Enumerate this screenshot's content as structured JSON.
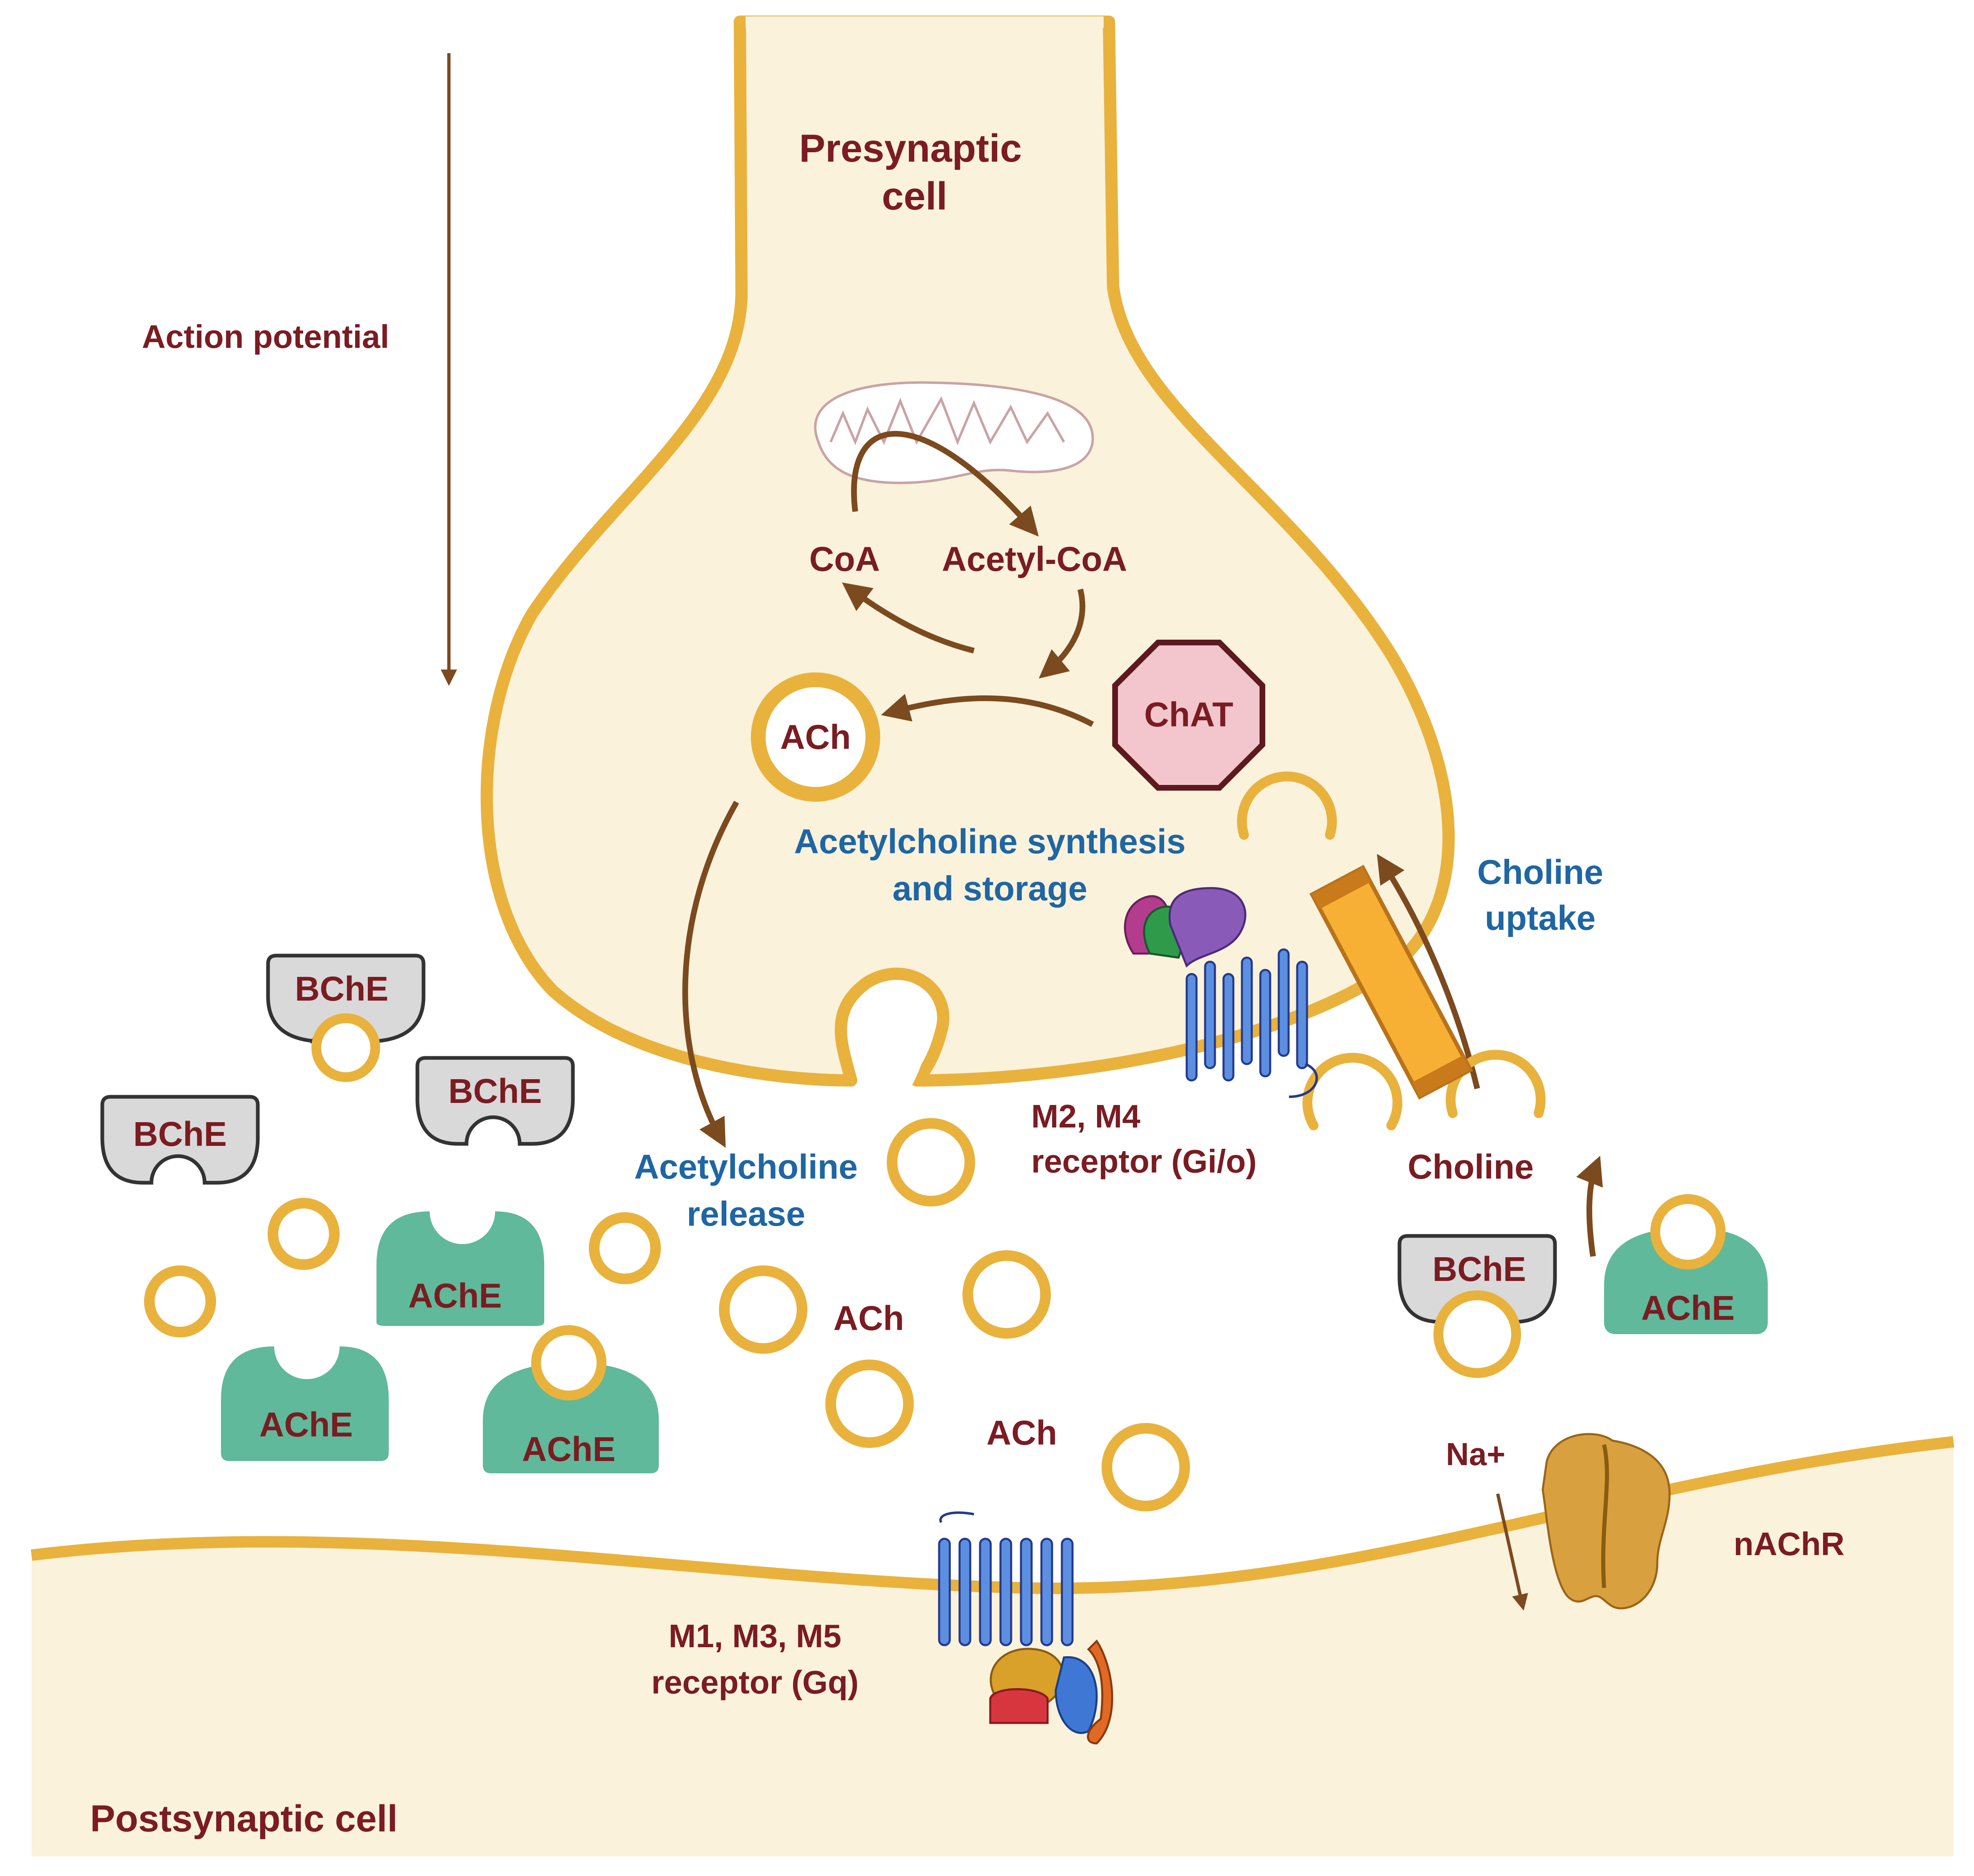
{
  "title": "Cholinergic synapse: acetylcholine synthesis, release, receptor binding and degradation",
  "colors": {
    "membrane": "#e8b23d",
    "cytoplasm": "#fbf2dc",
    "label_dark": "#7a1c22",
    "label_blue": "#1f66a3",
    "arrow": "#7b4a1e",
    "ache_fill": "#5fb99a",
    "bche_fill": "#d9d9d9",
    "chat_fill": "#f2c6cc",
    "transporter": "#f7b034"
  },
  "labels": {
    "presynaptic": [
      "Presynaptic",
      "cell"
    ],
    "action_potential": "Action potential",
    "coa": "CoA",
    "acetyl_coa": "Acetyl-CoA",
    "chat": "ChAT",
    "ach_vesicle": "ACh",
    "synthesis": [
      "Acetylcholine synthesis",
      "and storage"
    ],
    "choline_uptake": [
      "Choline",
      "uptake"
    ],
    "release": [
      "Acetylcholine",
      "release"
    ],
    "m2m4": [
      "M2, M4",
      "receptor (Gi/o)"
    ],
    "choline": "Choline",
    "ach_cleft_1": "ACh",
    "ach_cleft_2": "ACh",
    "na": "Na+",
    "nachr": "nAChR",
    "m1m3m5": [
      "M1, M3, M5",
      "receptor (Gq)"
    ],
    "postsynaptic": "Postsynaptic cell"
  },
  "enzymes": {
    "bche": [
      "BChE",
      "BChE",
      "BChE",
      "BChE"
    ],
    "ache": [
      "AChE",
      "AChE",
      "AChE",
      "AChE"
    ]
  }
}
